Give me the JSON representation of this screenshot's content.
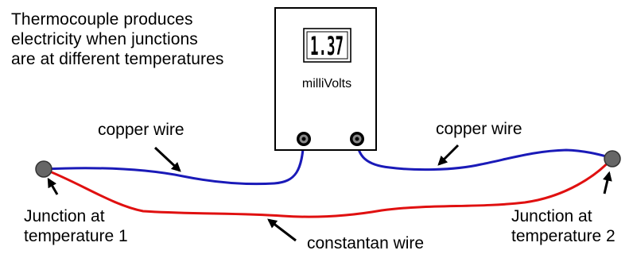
{
  "caption": {
    "line1": "Thermocouple produces",
    "line2": "electricity when junctions",
    "line3": "are at different temperatures"
  },
  "meter": {
    "reading": "1.37",
    "unit": "milliVolts"
  },
  "labels": {
    "copper_left": "copper wire",
    "copper_right": "copper wire",
    "constantan": "constantan wire",
    "junction1_line1": "Junction at",
    "junction1_line2": "temperature 1",
    "junction2_line1": "Junction at",
    "junction2_line2": "temperature 2"
  },
  "colors": {
    "copper": "#1a1ab8",
    "constantan": "#e01010",
    "junction": "#666666",
    "arrow": "#000000",
    "meter_border": "#000000"
  },
  "icons": {
    "meter": "voltmeter-icon",
    "junction": "junction-dot-icon",
    "terminal": "terminal-icon"
  }
}
